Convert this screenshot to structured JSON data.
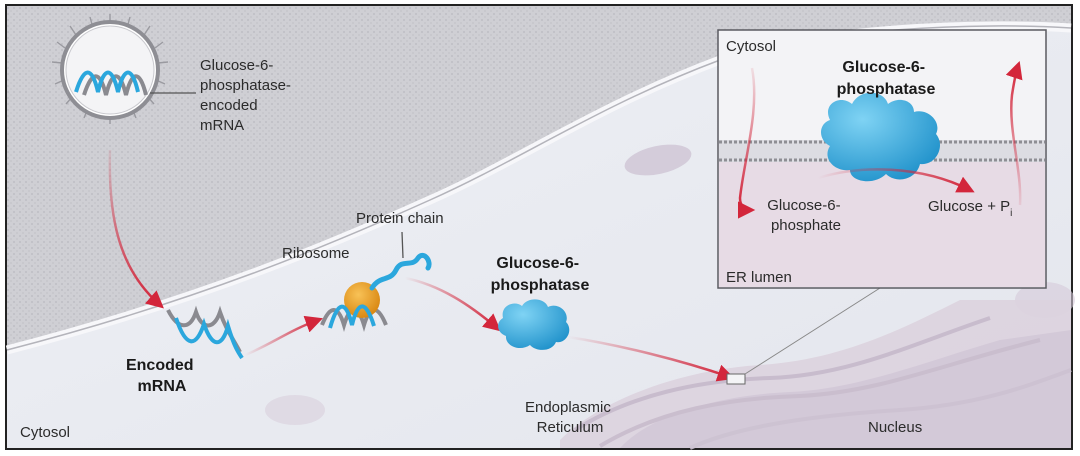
{
  "vesicle": {
    "mrna_label": [
      "Glucose-6-",
      "phosphatase-",
      "encoded",
      "mRNA"
    ]
  },
  "main": {
    "encoded_mrna_label": [
      "Encoded",
      "mRNA"
    ],
    "ribosome_label": "Ribosome",
    "protein_chain_label": "Protein chain",
    "enzyme_label": [
      "Glucose-6-",
      "phosphatase"
    ],
    "er_label": [
      "Endoplasmic",
      "Reticulum"
    ],
    "nucleus_label": "Nucleus",
    "cytosol_label": "Cytosol"
  },
  "inset": {
    "cytosol_label": "Cytosol",
    "enzyme_label": [
      "Glucose-6-",
      "phosphatase"
    ],
    "substrate_label": [
      "Glucose-6-",
      "phosphate"
    ],
    "product_label": "Glucose + P",
    "product_subscript": "i",
    "lumen_label": "ER lumen"
  },
  "colors": {
    "arrow": "#d3263b",
    "protein": "#2ba7dd",
    "ribosome": "#f0a21c",
    "membrane_gray": "#8e8e94",
    "lumen": "#e7dbe5"
  }
}
